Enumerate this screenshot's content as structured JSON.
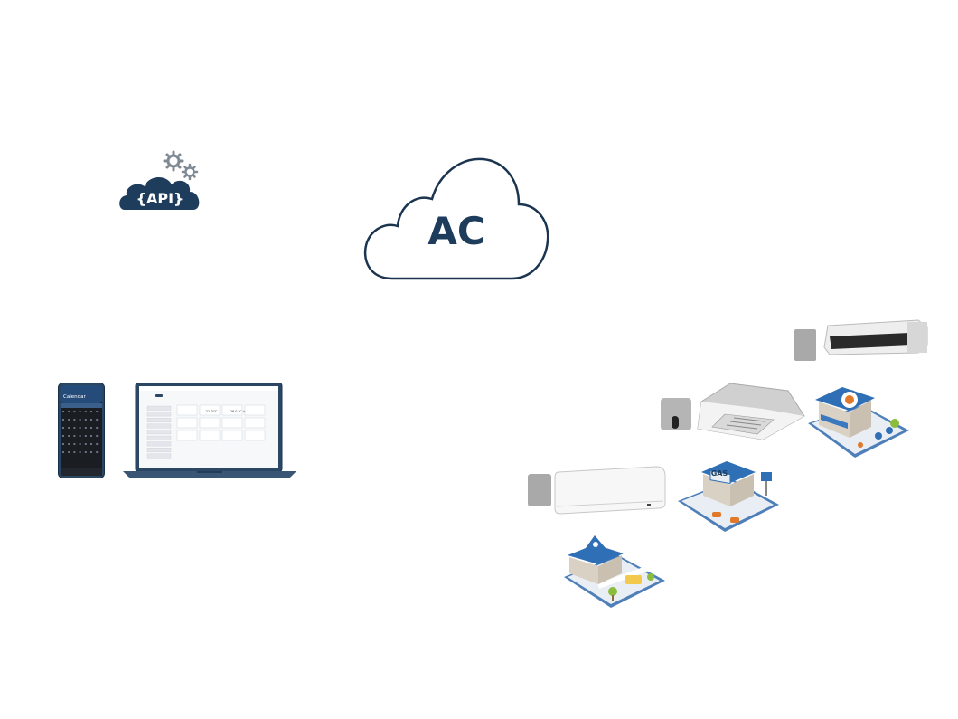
{
  "api_badge": {
    "label": "{API}"
  },
  "cloud": {
    "label": "AC"
  },
  "phone": {
    "app_title": "Calendar"
  },
  "laptop_screen": {
    "card_temp_1": "21.0°C",
    "card_temp_2": "- 26.0 °C +"
  },
  "buildings": {
    "gas_station_sign": "GAS"
  },
  "colors": {
    "navy": "#1e3d5c",
    "cloud_outline": "#1b3550",
    "device_grey": "#a9a9a9",
    "unit_white": "#f4f4f4",
    "roof_blue": "#2f6fb5",
    "ground_blue": "#4f7fb8",
    "tree_green": "#8cbc3c"
  },
  "icons": [
    "gear-icon",
    "cloud-icon",
    "smartphone-icon",
    "laptop-icon",
    "ducted-unit-icon",
    "cassette-unit-icon",
    "wall-split-unit-icon",
    "controller-icon",
    "cafe-building-icon",
    "gas-station-icon",
    "school-building-icon"
  ]
}
